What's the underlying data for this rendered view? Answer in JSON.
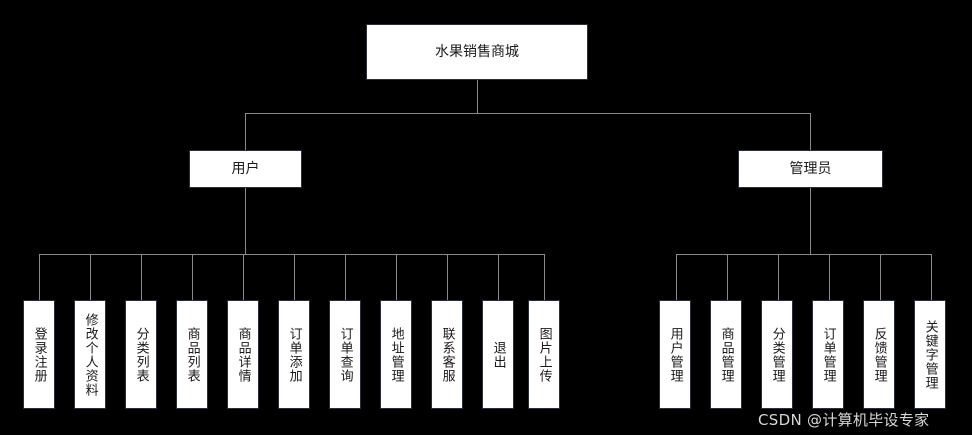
{
  "diagram": {
    "type": "tree-hierarchy-chart",
    "background_color": "#000000",
    "node_fill": "#ffffff",
    "node_border": "#2b2f38",
    "connector_color": "#8a8a8a",
    "root": {
      "label": "水果销售商城"
    },
    "branches": [
      {
        "id": "user",
        "label": "用户"
      },
      {
        "id": "admin",
        "label": "管理员"
      }
    ],
    "user_leaves": [
      {
        "label": "登录注册"
      },
      {
        "label": "修改个人资料"
      },
      {
        "label": "分类列表"
      },
      {
        "label": "商品列表"
      },
      {
        "label": "商品详情"
      },
      {
        "label": "订单添加"
      },
      {
        "label": "订单查询"
      },
      {
        "label": "地址管理"
      },
      {
        "label": "联系客服"
      },
      {
        "label": "退出"
      },
      {
        "label": "图片上传"
      }
    ],
    "admin_leaves": [
      {
        "label": "用户管理"
      },
      {
        "label": "商品管理"
      },
      {
        "label": "分类管理"
      },
      {
        "label": "订单管理"
      },
      {
        "label": "反馈管理"
      },
      {
        "label": "关键字管理"
      }
    ]
  },
  "watermark": {
    "text": "CSDN @计算机毕设专家"
  }
}
